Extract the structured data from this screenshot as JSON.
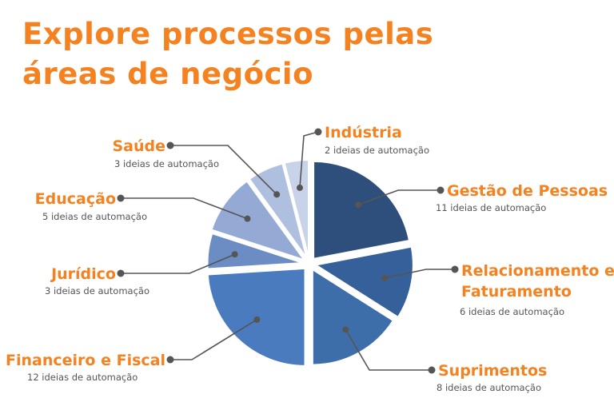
{
  "title_lines": [
    "Explore processos pelas",
    "áreas de negócio"
  ],
  "colors": {
    "title": "#f58220",
    "label": "#f58220",
    "subtitle": "#555555",
    "leader": "#555555"
  },
  "chart_data": {
    "type": "pie",
    "title": "",
    "unit": "ideias de automação",
    "slices": [
      {
        "name": "Gestão de Pessoas",
        "value": 11,
        "subtitle": "11 ideias de automação",
        "color": "#2e4f7c"
      },
      {
        "name": "Relacionamento e Faturamento",
        "label_lines": [
          "Relacionamento e",
          "Faturamento"
        ],
        "value": 6,
        "subtitle": "6 ideias de automação",
        "color": "#35609a"
      },
      {
        "name": "Suprimentos",
        "value": 8,
        "subtitle": "8 ideias de automação",
        "color": "#3d6ea9"
      },
      {
        "name": "Financeiro e Fiscal",
        "value": 12,
        "subtitle": "12 ideias de automação",
        "color": "#4a7bbf"
      },
      {
        "name": "Jurídico",
        "value": 3,
        "subtitle": "3 ideias de automação",
        "color": "#6b8dc4"
      },
      {
        "name": "Educação",
        "value": 5,
        "subtitle": "5 ideias de automação",
        "color": "#94aad5"
      },
      {
        "name": "Saúde",
        "value": 3,
        "subtitle": "3 ideias de automação",
        "color": "#aebfdf"
      },
      {
        "name": "Indústria",
        "value": 2,
        "subtitle": "2 ideias de automação",
        "color": "#c8d3ea"
      }
    ]
  }
}
